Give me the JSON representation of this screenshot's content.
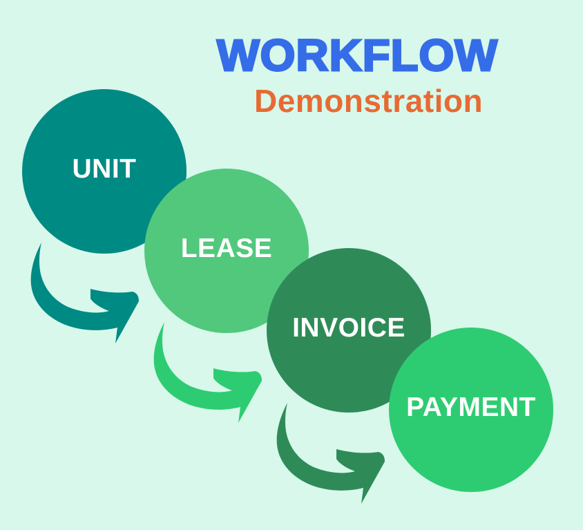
{
  "header": {
    "title": "WORKFLOW",
    "subtitle": "Demonstration"
  },
  "colors": {
    "background": "#d7f8eb",
    "title": "#356de8",
    "subtitle": "#e86a33",
    "unit": "#008a84",
    "lease": "#52c87c",
    "invoice": "#2e8b58",
    "payment": "#2ecc72"
  },
  "steps": [
    {
      "label": "UNIT",
      "color": "#008a84",
      "arrow_color": "#008a84"
    },
    {
      "label": "LEASE",
      "color": "#52c87c",
      "arrow_color": "#2ecc72"
    },
    {
      "label": "INVOICE",
      "color": "#2e8b58",
      "arrow_color": "#2e8b58"
    },
    {
      "label": "PAYMENT",
      "color": "#2ecc72"
    }
  ],
  "arrows": [
    {
      "from": "UNIT",
      "to": "LEASE",
      "icon": "curved-arrow-icon"
    },
    {
      "from": "LEASE",
      "to": "INVOICE",
      "icon": "curved-arrow-icon"
    },
    {
      "from": "INVOICE",
      "to": "PAYMENT",
      "icon": "curved-arrow-icon"
    }
  ]
}
